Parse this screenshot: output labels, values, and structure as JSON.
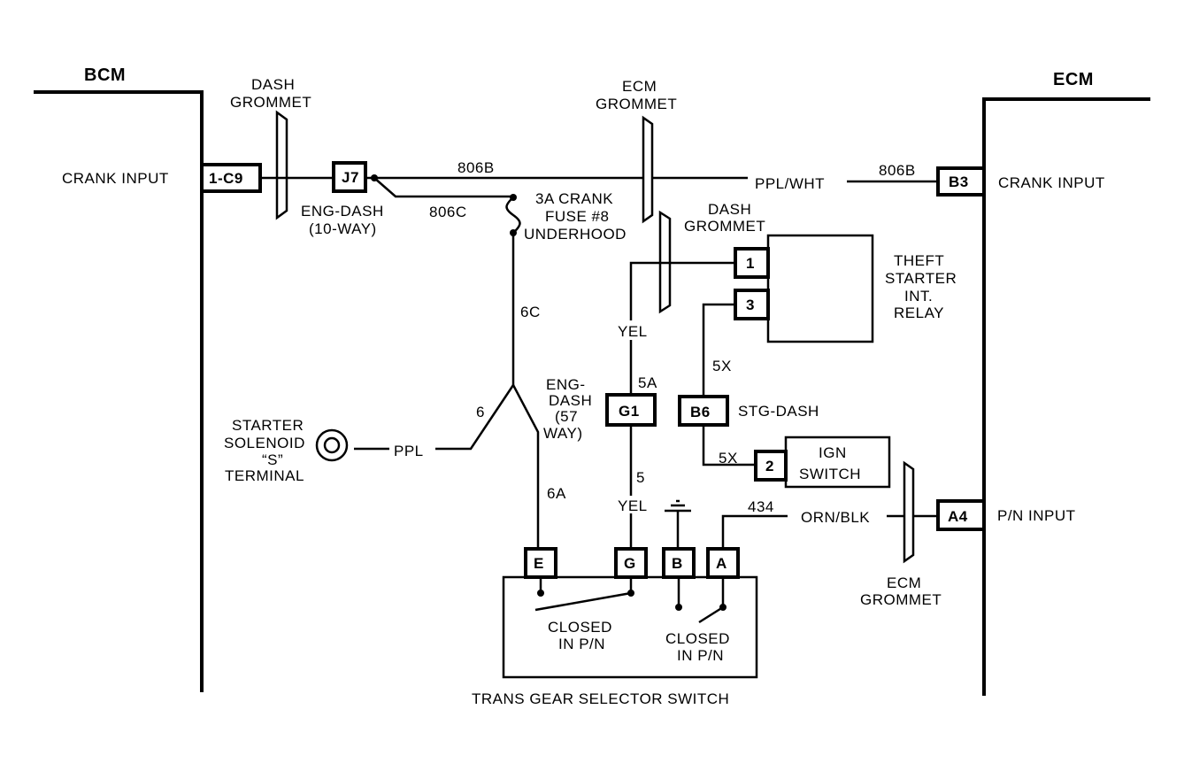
{
  "modules": {
    "bcm": "BCM",
    "ecm": "ECM"
  },
  "labels": {
    "crank_input_left": "CRANK INPUT",
    "crank_input_right": "CRANK INPUT",
    "pn_input": "P/N INPUT",
    "dash_grommet_left": [
      "DASH",
      "GROMMET"
    ],
    "ecm_grommet_top": [
      "ECM",
      "GROMMET"
    ],
    "dash_grommet_mid": [
      "DASH",
      "GROMMET"
    ],
    "ecm_grommet_bottom": [
      "ECM",
      "GROMMET"
    ],
    "eng_dash_10": [
      "ENG-DASH",
      "(10-WAY)"
    ],
    "eng_dash_57": [
      "ENG-",
      "DASH",
      "(57",
      "WAY)"
    ],
    "fuse": [
      "3A CRANK",
      "FUSE #8",
      "UNDERHOOD"
    ],
    "theft_relay": [
      "THEFT",
      "STARTER",
      "INT.",
      "RELAY"
    ],
    "ign_switch": [
      "IGN",
      "SWITCH"
    ],
    "starter_solenoid": [
      "STARTER",
      "SOLENOID",
      "“S”",
      "TERMINAL"
    ],
    "stg_dash": "STG-DASH",
    "closed_pn_left": [
      "CLOSED",
      "IN P/N"
    ],
    "closed_pn_right": [
      "CLOSED",
      "IN P/N"
    ],
    "trans_switch": "TRANS GEAR SELECTOR SWITCH"
  },
  "wires": {
    "w806b_left": "806B",
    "w806b_right": "806B",
    "w806c": "806C",
    "ppl_wht": "PPL/WHT",
    "w6c": "6C",
    "w6": "6",
    "w6a": "6A",
    "ppl": "PPL",
    "yel_top": "YEL",
    "yel_bottom": "YEL",
    "w5a": "5A",
    "w5": "5",
    "w5x_top": "5X",
    "w5x_bottom": "5X",
    "w434": "434",
    "orn_blk": "ORN/BLK"
  },
  "connectors": {
    "c9": "1-C9",
    "j7": "J7",
    "b3": "B3",
    "a4": "A4",
    "g1": "G1",
    "b6": "B6",
    "relay_1": "1",
    "relay_3": "3",
    "ign_2": "2",
    "sw_e": "E",
    "sw_g": "G",
    "sw_b": "B",
    "sw_a": "A"
  }
}
